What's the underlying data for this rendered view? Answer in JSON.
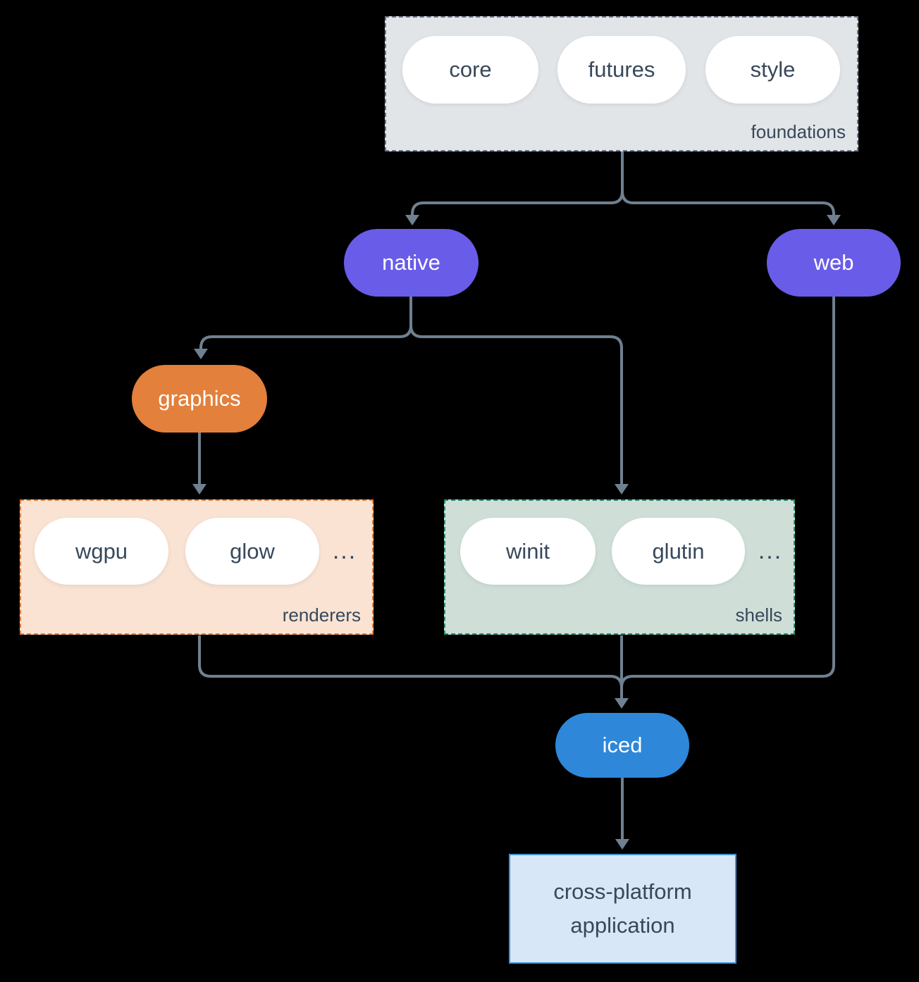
{
  "colors": {
    "background": "#000000",
    "connector": "#6f8090",
    "foundations_bg": "#e2e5e8",
    "foundations_border": "#69788a",
    "purple_node": "#695ce8",
    "orange_node": "#e2803c",
    "renderers_bg": "#fae3d3",
    "renderers_border": "#e2803c",
    "shells_bg": "#cfdfd8",
    "shells_border": "#2c8a70",
    "iced_node": "#2e87d8",
    "app_bg": "#d7e7f7",
    "app_border": "#3e8fd9",
    "text_dark": "#37485a",
    "text_light": "#ffffff"
  },
  "foundations": {
    "pills": [
      "core",
      "futures",
      "style"
    ],
    "label": "foundations"
  },
  "nodes": {
    "native": "native",
    "web": "web",
    "graphics": "graphics",
    "iced": "iced"
  },
  "renderers": {
    "pills": [
      "wgpu",
      "glow"
    ],
    "ellipsis": "...",
    "label": "renderers"
  },
  "shells": {
    "pills": [
      "winit",
      "glutin"
    ],
    "ellipsis": "...",
    "label": "shells"
  },
  "app": {
    "label": "cross-platform application"
  }
}
